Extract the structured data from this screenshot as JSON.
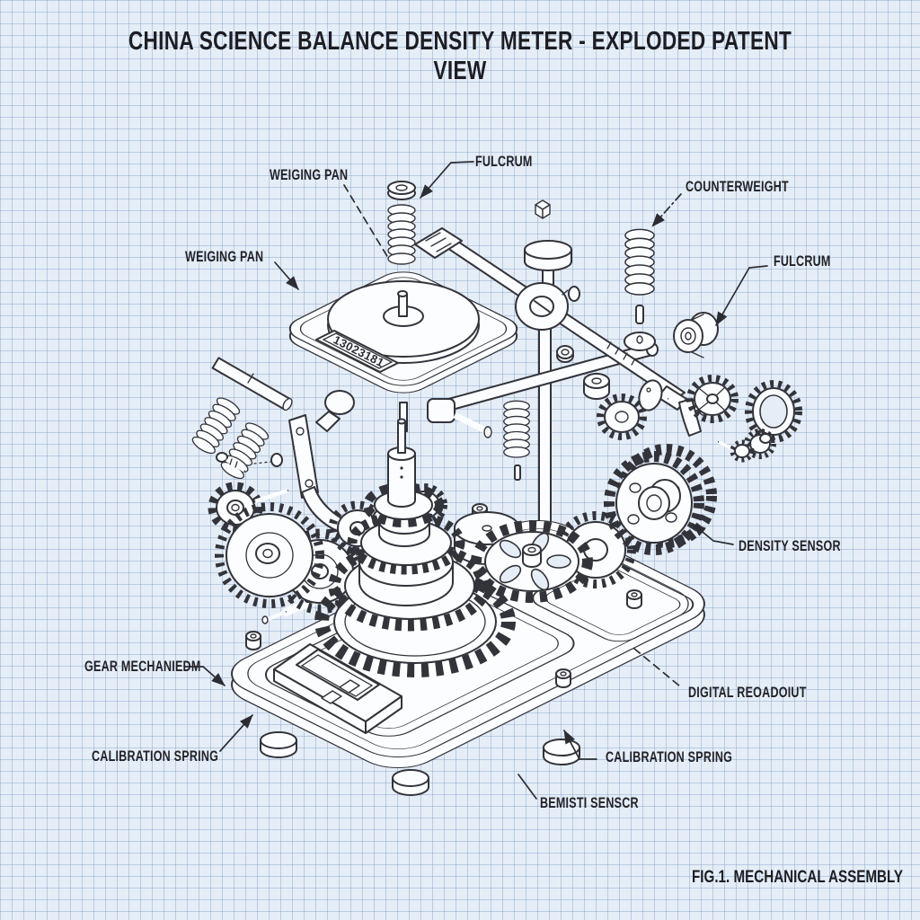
{
  "title": "CHINA SCIENCE BALANCE DENSITY METER - EXPLODED PATENT VIEW",
  "figure_caption": "FIG.1. MECHANICAL ASSEMBLY",
  "labels": {
    "weighing_pan_top": "WEIGING PAN",
    "fulcrum_top": "FULCRUM",
    "counterweight": "COUNTERWEIGHT",
    "weighing_pan_left": "WEIGING PAN",
    "fulcrum_right": "FULCRUM",
    "density_sensor_right": "DENSITY SENSOR",
    "gear_mechanism": "GEAR MECHANIEDM",
    "digital_readout": "DIGITAL REOADOIUT",
    "calibration_spring_left": "CALIBRATION SPRING",
    "calibration_spring_center": "CALIBRATION SPRING",
    "density_sensor_bottom": "BEMISTI SENSCR"
  },
  "pan_plate_marking": "13023181",
  "colors": {
    "paper": "#e5edf6",
    "grid": "#7c9cc9",
    "ink": "#33333a",
    "text": "#1d1d24"
  }
}
